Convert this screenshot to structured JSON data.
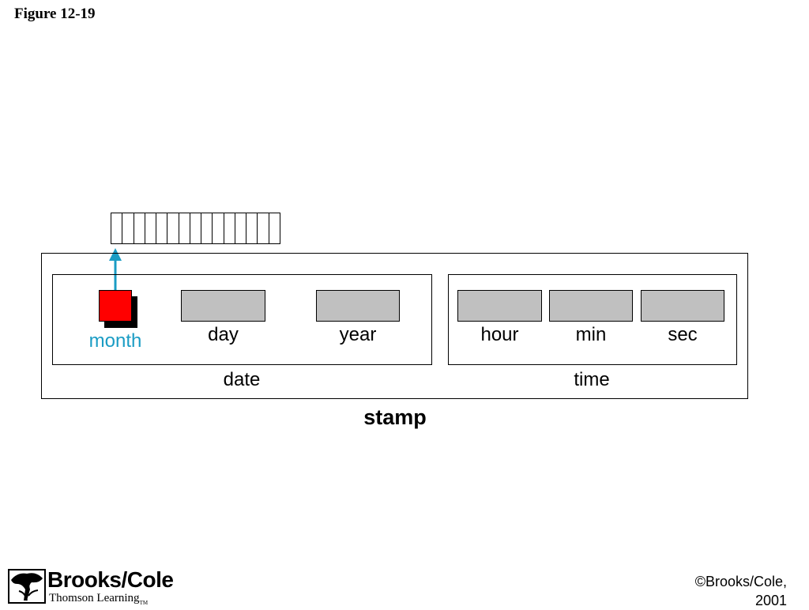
{
  "figure": {
    "title": "Figure 12-19"
  },
  "diagram": {
    "stamp_label": "stamp",
    "date": {
      "label": "date",
      "fields": {
        "month": "month",
        "day": "day",
        "year": "year"
      }
    },
    "time": {
      "label": "time",
      "fields": {
        "hour": "hour",
        "min": "min",
        "sec": "sec"
      }
    },
    "array_cell_count": 15,
    "colors": {
      "highlight": "#ff0000",
      "pointer": "#1a9cc4",
      "field_fill": "#c0c0c0"
    }
  },
  "footer": {
    "logo": {
      "brand": "Brooks/Cole",
      "sub": "Thomson Learning",
      "tm": "TM",
      "icon": "tree-icon"
    },
    "copyright_line1": "©Brooks/Cole,",
    "copyright_line2": "2001"
  }
}
